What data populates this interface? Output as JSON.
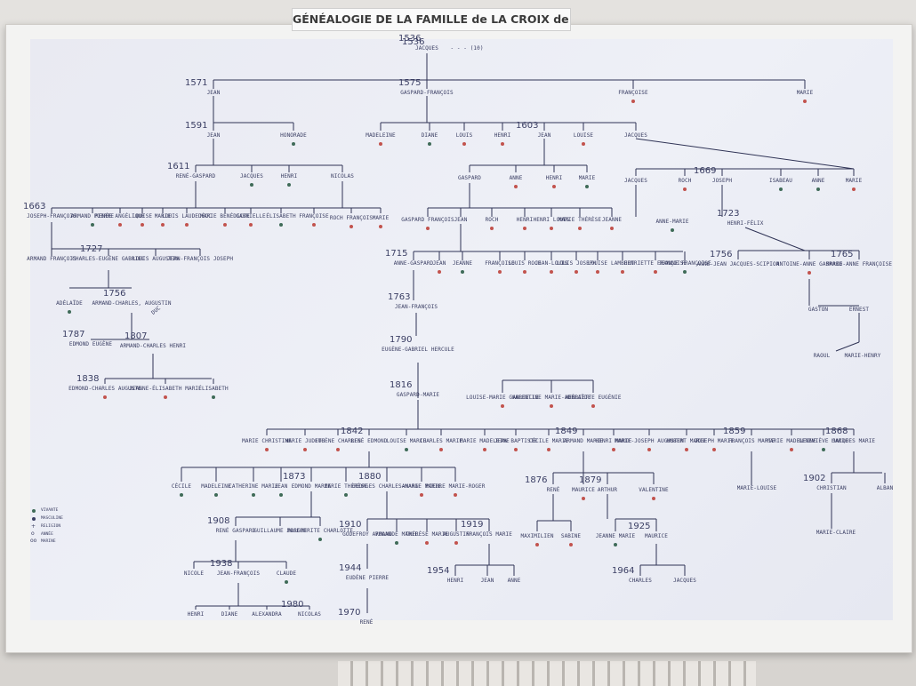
{
  "title": "GÉNÉALOGIE DE LA FAMILLE de LA CROIX de CASTRIES",
  "colors": {
    "ink": "#3a3e63",
    "line": "#2f3355",
    "dot_dark": "#3f6b58",
    "dot_red": "#c2534d",
    "dot_gold": "#c9a54a"
  },
  "legend": [
    {
      "icon": "dot",
      "label": "VIVANTE"
    },
    {
      "icon": "dot",
      "label": "MASCULINE"
    },
    {
      "icon": "+",
      "label": "RELIGION"
    },
    {
      "icon": "o",
      "label": "ANNÉE"
    },
    {
      "icon": "oo",
      "label": "MARINE"
    }
  ],
  "generations": {
    "g1": {
      "year": "1536",
      "name": "JACQUES",
      "note": "- - - (10)"
    },
    "g2": [
      {
        "year": "1571",
        "name": "JEAN"
      },
      {
        "year": "1575",
        "name": "GASPARD-FRANÇOIS"
      },
      {
        "name": "FRANÇOISE"
      },
      {
        "name": "MARIE"
      }
    ],
    "g3": [
      {
        "year": "1591",
        "name": "JEAN"
      },
      {
        "name": "HONORADE"
      },
      {
        "name": "MADELEINE"
      },
      {
        "name": "DIANE"
      },
      {
        "name": "LOUIS"
      },
      {
        "name": "HENRI"
      },
      {
        "year": "1603",
        "name": "JEAN"
      },
      {
        "name": "LOUISE"
      },
      {
        "name": "JACQUES"
      }
    ],
    "g4": [
      {
        "year": "1611",
        "name": "RENÉ-GASPARD"
      },
      {
        "name": "JACQUES"
      },
      {
        "name": "HENRI"
      },
      {
        "name": "NICOLAS"
      },
      {
        "name": "GASPARD"
      },
      {
        "name": "ANNE"
      },
      {
        "name": "HENRI"
      },
      {
        "name": "MARIE"
      },
      {
        "name": "JACQUES"
      },
      {
        "name": "ROCH"
      },
      {
        "year": "1669",
        "name": "JOSEPH"
      },
      {
        "name": "ISABEAU"
      },
      {
        "name": "ANNE"
      },
      {
        "name": "MARIE"
      }
    ],
    "g5": [
      {
        "year": "1663",
        "name": "JOSEPH-FRANÇOIS"
      },
      {
        "name": "ARMAND PIERRE"
      },
      {
        "name": "RENÉE ANGÉLIQUE"
      },
      {
        "name": "LOUISE"
      },
      {
        "name": "MARIE"
      },
      {
        "name": "LOUIS LAUDEDÉOC"
      },
      {
        "name": "MARIE BÉNÉDICTE"
      },
      {
        "name": "GABRIELLE"
      },
      {
        "name": "ÉLISABETH"
      },
      {
        "name": "FRANÇOISE"
      },
      {
        "name": "ROCH FRANÇOIS"
      },
      {
        "name": "MARIE"
      },
      {
        "name": "GASPARD FRANÇOIS"
      },
      {
        "name": "JEAN"
      },
      {
        "name": "ROCH"
      },
      {
        "name": "HENRI"
      },
      {
        "name": "HENRI LOUIS"
      },
      {
        "name": "MARIE THÉRÈSE"
      },
      {
        "name": "JEANNE"
      },
      {
        "name": "ANNE-MARIE"
      },
      {
        "year": "1723",
        "name": "HENRI-FÉLIX"
      }
    ],
    "g6": [
      {
        "name": "ARMAND FRANÇOIS"
      },
      {
        "year": "1727",
        "name": "CHARLES-EUGÈNE GABRIEL"
      },
      {
        "name": "LOUIS AUGUSTIN"
      },
      {
        "name": "JEAN-FRANÇOIS JOSEPH"
      },
      {
        "year": "1715",
        "name": "ANNE-GASPARD"
      },
      {
        "name": "JEAN"
      },
      {
        "name": "JEANNE"
      },
      {
        "name": "FRANÇOISE"
      },
      {
        "name": "LOUIS ROCH"
      },
      {
        "name": "JEAN-LOUIS"
      },
      {
        "name": "LOUIS JOSEPH"
      },
      {
        "name": "LOUISE"
      },
      {
        "name": "LAMBERT"
      },
      {
        "name": "HENRIETTE FRANÇOISE"
      },
      {
        "name": "JEANNE FRANÇOISE"
      },
      {
        "year": "1756",
        "name": "ANNE-JEAN JACQUES-SCIPION"
      },
      {
        "name": "ANTOINE-ANNE GASPARD"
      },
      {
        "year": "1765",
        "name": "MARIE-ANNE FRANÇOISE"
      }
    ],
    "g7": [
      {
        "name": "ADÉLAÏDE"
      },
      {
        "year": "1756",
        "name": "ARMAND-CHARLES, AUGUSTIN"
      },
      {
        "note": "DUC"
      },
      {
        "year": "1763",
        "name": "JEAN-FRANÇOIS"
      },
      {
        "name": "GASTON"
      },
      {
        "name": "ERNEST"
      }
    ],
    "g8": [
      {
        "year": "1787",
        "name": "EDMOND EUGÈNE"
      },
      {
        "year": "1807",
        "name": "ARMAND-CHARLES HENRI"
      },
      {
        "year": "1790",
        "name": "EUGÈNE-GABRIEL HERCULE"
      },
      {
        "name": "RAOUL"
      },
      {
        "name": "MARIE-HENRY"
      }
    ],
    "g9": [
      {
        "year": "1838",
        "name": "EDMOND-CHARLES AUGUSTE"
      },
      {
        "name": "JEANNE-ÉLISABETH MARIE"
      },
      {
        "name": "ÉLISABETH"
      },
      {
        "year": "1816",
        "name": "GASPARD-MARIE"
      },
      {
        "name": "LOUISE-MARIE GABRIELLE"
      },
      {
        "name": "VALENTINE MARIE-ADÉLAÏDE"
      },
      {
        "name": "HENRIETTE EUGÉNIE"
      }
    ],
    "g10": [
      {
        "name": "MARIE CHRISTINE"
      },
      {
        "name": "MARIE JUDITH"
      },
      {
        "name": "EUGÈNE CHARLES"
      },
      {
        "year": "1842",
        "name": "RENÉ EDMOND"
      },
      {
        "name": "LOUISE MARIE"
      },
      {
        "name": "CHARLES MARIE"
      },
      {
        "name": "MARIE MADELEINE"
      },
      {
        "name": "JEAN BAPTISTE"
      },
      {
        "name": "CÉCILE MARIE"
      },
      {
        "year": "1849",
        "name": "ARMAND MARIE"
      },
      {
        "name": "HENRI MARIE"
      },
      {
        "name": "MARIE-JOSEPH AUGUSTIN"
      },
      {
        "name": "HUBERT MARIE"
      },
      {
        "name": "JOSEPH MARIE"
      },
      {
        "year": "1859",
        "name": "FRANÇOIS MARIE"
      },
      {
        "name": "MARIE MADELEINE"
      },
      {
        "name": "GENEVIÈVE MARIE"
      },
      {
        "year": "1868",
        "name": "JACQUES MARIE"
      }
    ],
    "g11": [
      {
        "name": "CÉCILE"
      },
      {
        "name": "MADELEINE"
      },
      {
        "name": "CATHERINE MARIE"
      },
      {
        "name": "JEAN"
      },
      {
        "year": "1873",
        "name": "EDMOND MARIE"
      },
      {
        "name": "MARIE THÉRÈSE"
      },
      {
        "year": "1880",
        "name": "GEORGES CHARLES-MARIE"
      },
      {
        "name": "ANANGE MARIE"
      },
      {
        "name": "PIERRE MARIE-ROGER"
      },
      {
        "year": "1876",
        "name": "RENÉ"
      },
      {
        "name": "MAURICE"
      },
      {
        "year": "1879",
        "name": "ARTHUR"
      },
      {
        "name": "VALENTINE"
      },
      {
        "name": "MARIE-LOUISE"
      },
      {
        "year": "1902",
        "name": "CHRISTIAN"
      },
      {
        "name": "ALBAN"
      }
    ],
    "g12": [
      {
        "year": "1908",
        "name": "RENÉ GASPARD"
      },
      {
        "name": "GUILLAUME JOSEPH"
      },
      {
        "name": "MARGUERITE CHARLOTTE"
      },
      {
        "year": "1910",
        "name": "GODEFROY ARMAND"
      },
      {
        "name": "YOLANDE MARIE"
      },
      {
        "name": "THÉRÈSE MARIE"
      },
      {
        "name": "AUGUSTIN"
      },
      {
        "year": "1919",
        "name": "FRANÇOIS MARIE"
      },
      {
        "name": "MAXIMILIEN"
      },
      {
        "name": "SABINE"
      },
      {
        "name": "JEANNE MARIE"
      },
      {
        "year": "1925",
        "name": "MAURICE"
      },
      {
        "name": "MARIE-CLAIRE"
      }
    ],
    "g13": [
      {
        "name": "NICOLE"
      },
      {
        "year": "1938",
        "name": "JEAN-FRANÇOIS"
      },
      {
        "name": "CLAUDE"
      },
      {
        "year": "1944",
        "name": "EUDÈNE PIERRE"
      },
      {
        "year": "1954",
        "name": "HENRI"
      },
      {
        "name": "JEAN"
      },
      {
        "name": "ANNE"
      },
      {
        "year": "1964",
        "name": "CHARLES"
      },
      {
        "name": "JACQUES"
      }
    ],
    "g14": [
      {
        "name": "HENRI"
      },
      {
        "name": "DIANE"
      },
      {
        "name": "ALEXANDRA"
      },
      {
        "year": "1980",
        "name": "NICOLAS"
      },
      {
        "year": "1970",
        "name": "RENÉ"
      }
    ]
  }
}
